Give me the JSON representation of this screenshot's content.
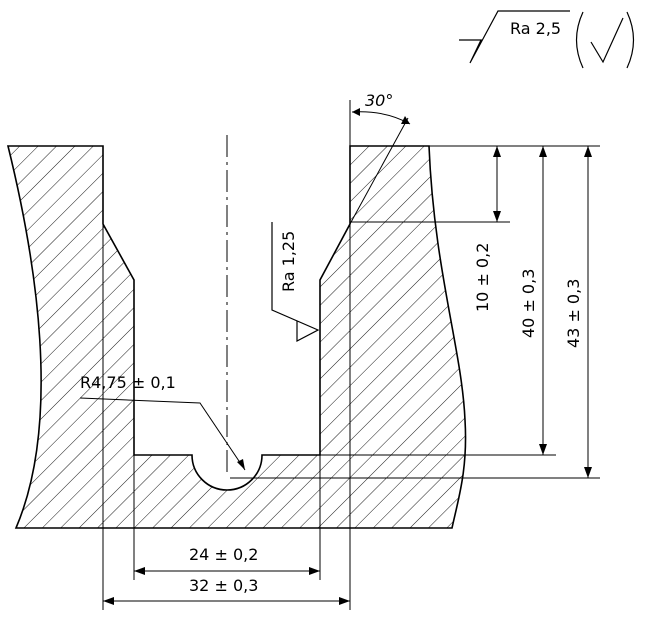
{
  "surface_finish_general": {
    "value": "Ra 2,5"
  },
  "surface_finish_groove": {
    "value": "Ra 1,25"
  },
  "angle_annotation": "30°",
  "radius_annotation": "R4,75 ± 0,1",
  "dimensions": {
    "depth_chamfer": "10 ± 0,2",
    "depth_groove": "40 ± 0,3",
    "depth_total": "43 ± 0,3",
    "width_inner": "24 ± 0,2",
    "width_outer": "32 ± 0,3"
  },
  "colors": {
    "line": "#000000",
    "background": "#ffffff"
  }
}
